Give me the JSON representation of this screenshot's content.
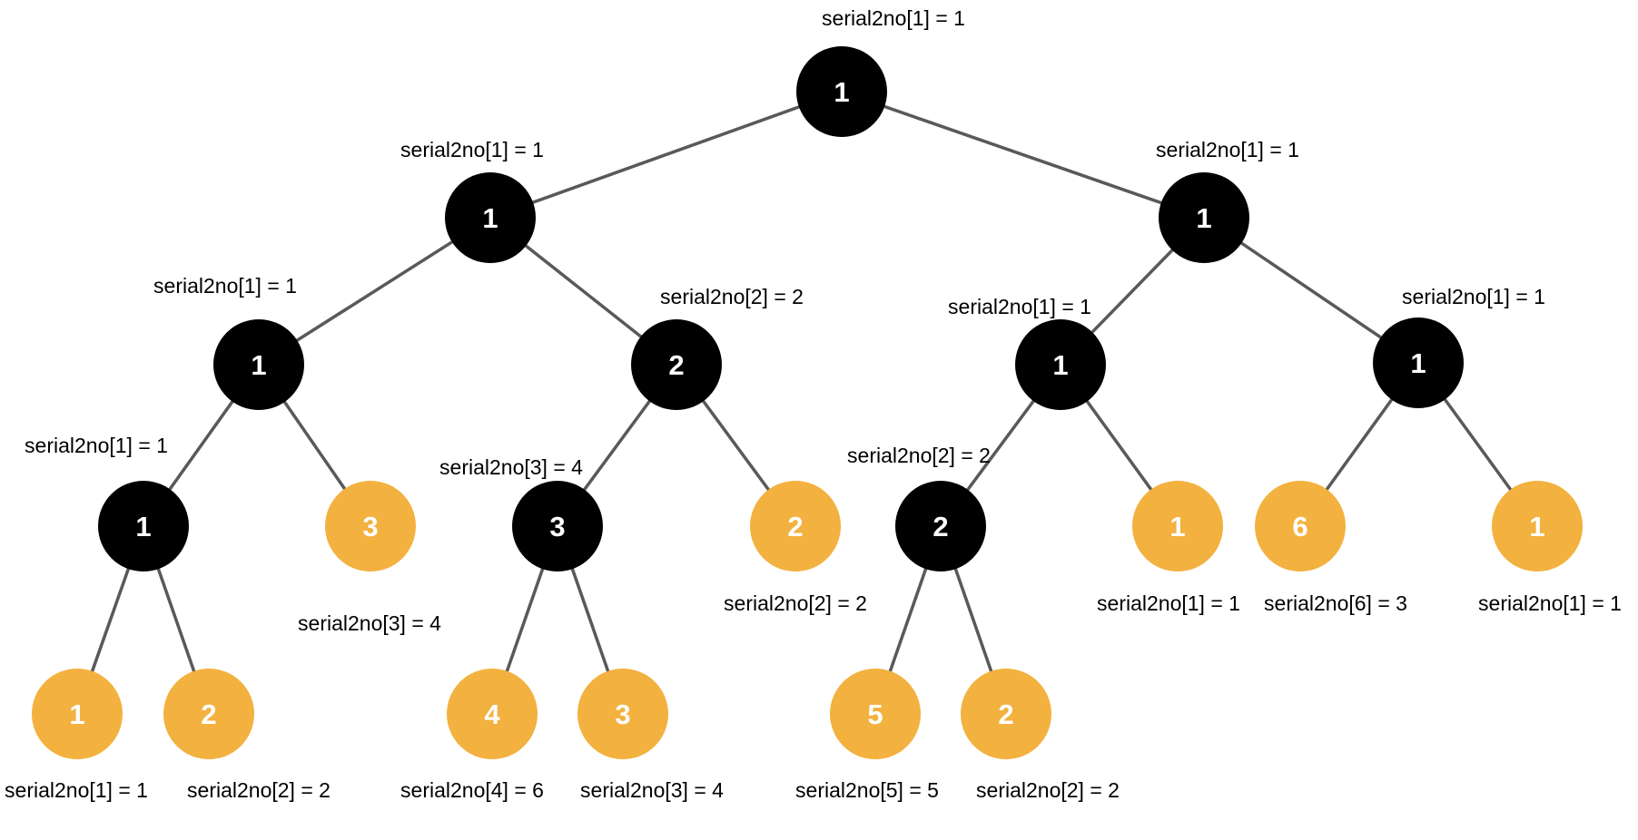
{
  "colors": {
    "internal": "#000000",
    "leaf": "#f3b13f",
    "edge": "#595959",
    "label": "#000000",
    "node_text": "#ffffff"
  },
  "tree": {
    "nodes": [
      {
        "id": "n0",
        "value": "1",
        "kind": "internal",
        "label": "serial2no[1] = 1"
      },
      {
        "id": "n1",
        "value": "1",
        "kind": "internal",
        "label": "serial2no[1] = 1"
      },
      {
        "id": "n2",
        "value": "1",
        "kind": "internal",
        "label": "serial2no[1] = 1"
      },
      {
        "id": "n3",
        "value": "1",
        "kind": "internal",
        "label": "serial2no[1] = 1"
      },
      {
        "id": "n4",
        "value": "2",
        "kind": "internal",
        "label": "serial2no[2] = 2"
      },
      {
        "id": "n5",
        "value": "1",
        "kind": "internal",
        "label": "serial2no[1] = 1"
      },
      {
        "id": "n6",
        "value": "1",
        "kind": "internal",
        "label": "serial2no[1] = 1"
      },
      {
        "id": "n7",
        "value": "1",
        "kind": "internal",
        "label": "serial2no[1] = 1"
      },
      {
        "id": "n8",
        "value": "3",
        "kind": "leaf",
        "label": "serial2no[3] = 4"
      },
      {
        "id": "n9",
        "value": "3",
        "kind": "internal",
        "label": "serial2no[3] = 4"
      },
      {
        "id": "n10",
        "value": "2",
        "kind": "leaf",
        "label": "serial2no[2] = 2"
      },
      {
        "id": "n11",
        "value": "2",
        "kind": "internal",
        "label": "serial2no[2] = 2"
      },
      {
        "id": "n12",
        "value": "1",
        "kind": "leaf",
        "label": "serial2no[1] = 1"
      },
      {
        "id": "n13",
        "value": "6",
        "kind": "leaf",
        "label": "serial2no[6] = 3"
      },
      {
        "id": "n14",
        "value": "1",
        "kind": "leaf",
        "label": "serial2no[1] = 1"
      },
      {
        "id": "n15",
        "value": "1",
        "kind": "leaf",
        "label": "serial2no[1] = 1"
      },
      {
        "id": "n16",
        "value": "2",
        "kind": "leaf",
        "label": "serial2no[2] = 2"
      },
      {
        "id": "n17",
        "value": "4",
        "kind": "leaf",
        "label": "serial2no[4] = 6"
      },
      {
        "id": "n18",
        "value": "3",
        "kind": "leaf",
        "label": "serial2no[3] = 4"
      },
      {
        "id": "n19",
        "value": "5",
        "kind": "leaf",
        "label": "serial2no[5] = 5"
      },
      {
        "id": "n20",
        "value": "2",
        "kind": "leaf",
        "label": "serial2no[2] = 2"
      }
    ],
    "edges": [
      [
        "n0",
        "n1"
      ],
      [
        "n0",
        "n2"
      ],
      [
        "n1",
        "n3"
      ],
      [
        "n1",
        "n4"
      ],
      [
        "n2",
        "n5"
      ],
      [
        "n2",
        "n6"
      ],
      [
        "n3",
        "n7"
      ],
      [
        "n3",
        "n8"
      ],
      [
        "n4",
        "n9"
      ],
      [
        "n4",
        "n10"
      ],
      [
        "n5",
        "n11"
      ],
      [
        "n5",
        "n12"
      ],
      [
        "n6",
        "n13"
      ],
      [
        "n6",
        "n14"
      ],
      [
        "n7",
        "n15"
      ],
      [
        "n7",
        "n16"
      ],
      [
        "n9",
        "n17"
      ],
      [
        "n9",
        "n18"
      ],
      [
        "n11",
        "n19"
      ],
      [
        "n11",
        "n20"
      ]
    ]
  }
}
